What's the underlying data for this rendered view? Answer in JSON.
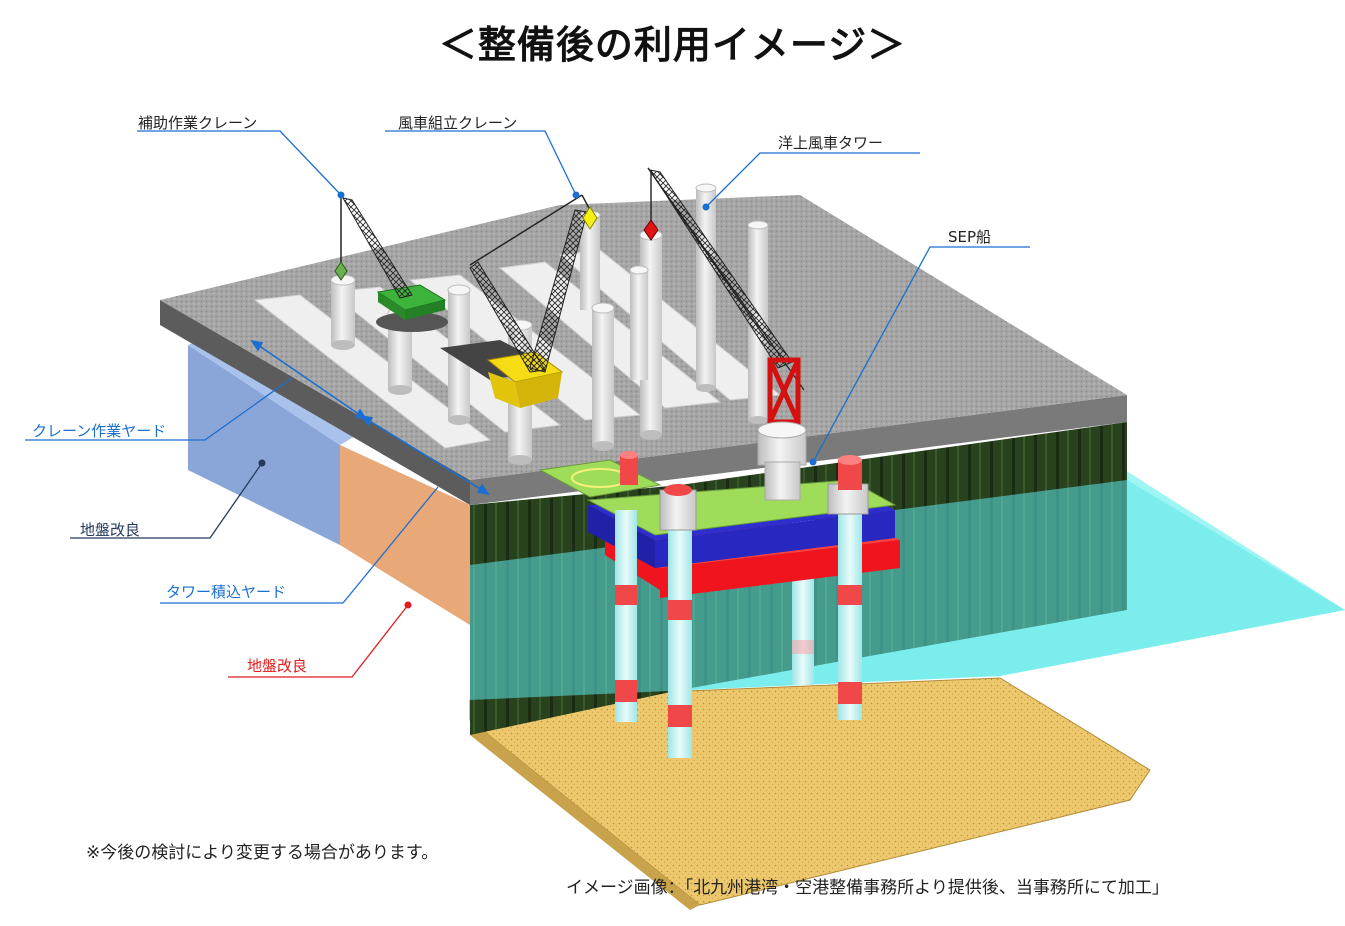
{
  "title": "＜整備後の利用イメージ＞",
  "labels": {
    "assist_crane": "補助作業クレーン",
    "windmill_crane": "風車組立クレーン",
    "windmill_tower": "洋上風車タワー",
    "sep_ship": "SEP船",
    "crane_yard": "クレーン作業ヤード",
    "ground_improvement_left": "地盤改良",
    "tower_yard": "タワー積込ヤード",
    "ground_improvement_right": "地盤改良"
  },
  "note": "※今後の検討により変更する場合があります。",
  "credit": "イメージ画像：「北九州港湾・空港整備事務所より提供後、当事務所にて加工」",
  "colors": {
    "yard_surface": "#a9a9a9",
    "sheet_pile": "#28421e",
    "water": "#7ff0f0",
    "seabed": "#eac870",
    "ground_blue": "#8aa6d8",
    "ground_orange": "#e8a878",
    "sep_deck": "#9edc5a",
    "sep_hull_blue": "#2e2ed0",
    "sep_hull_red": "#f0141e",
    "crane_green": "#3cb43c",
    "crane_yellow": "#f5dc14",
    "crane_red": "#e01414",
    "label_blue": "#1a6fd0",
    "label_navy": "#243a5e",
    "label_red": "#e01d1d"
  }
}
